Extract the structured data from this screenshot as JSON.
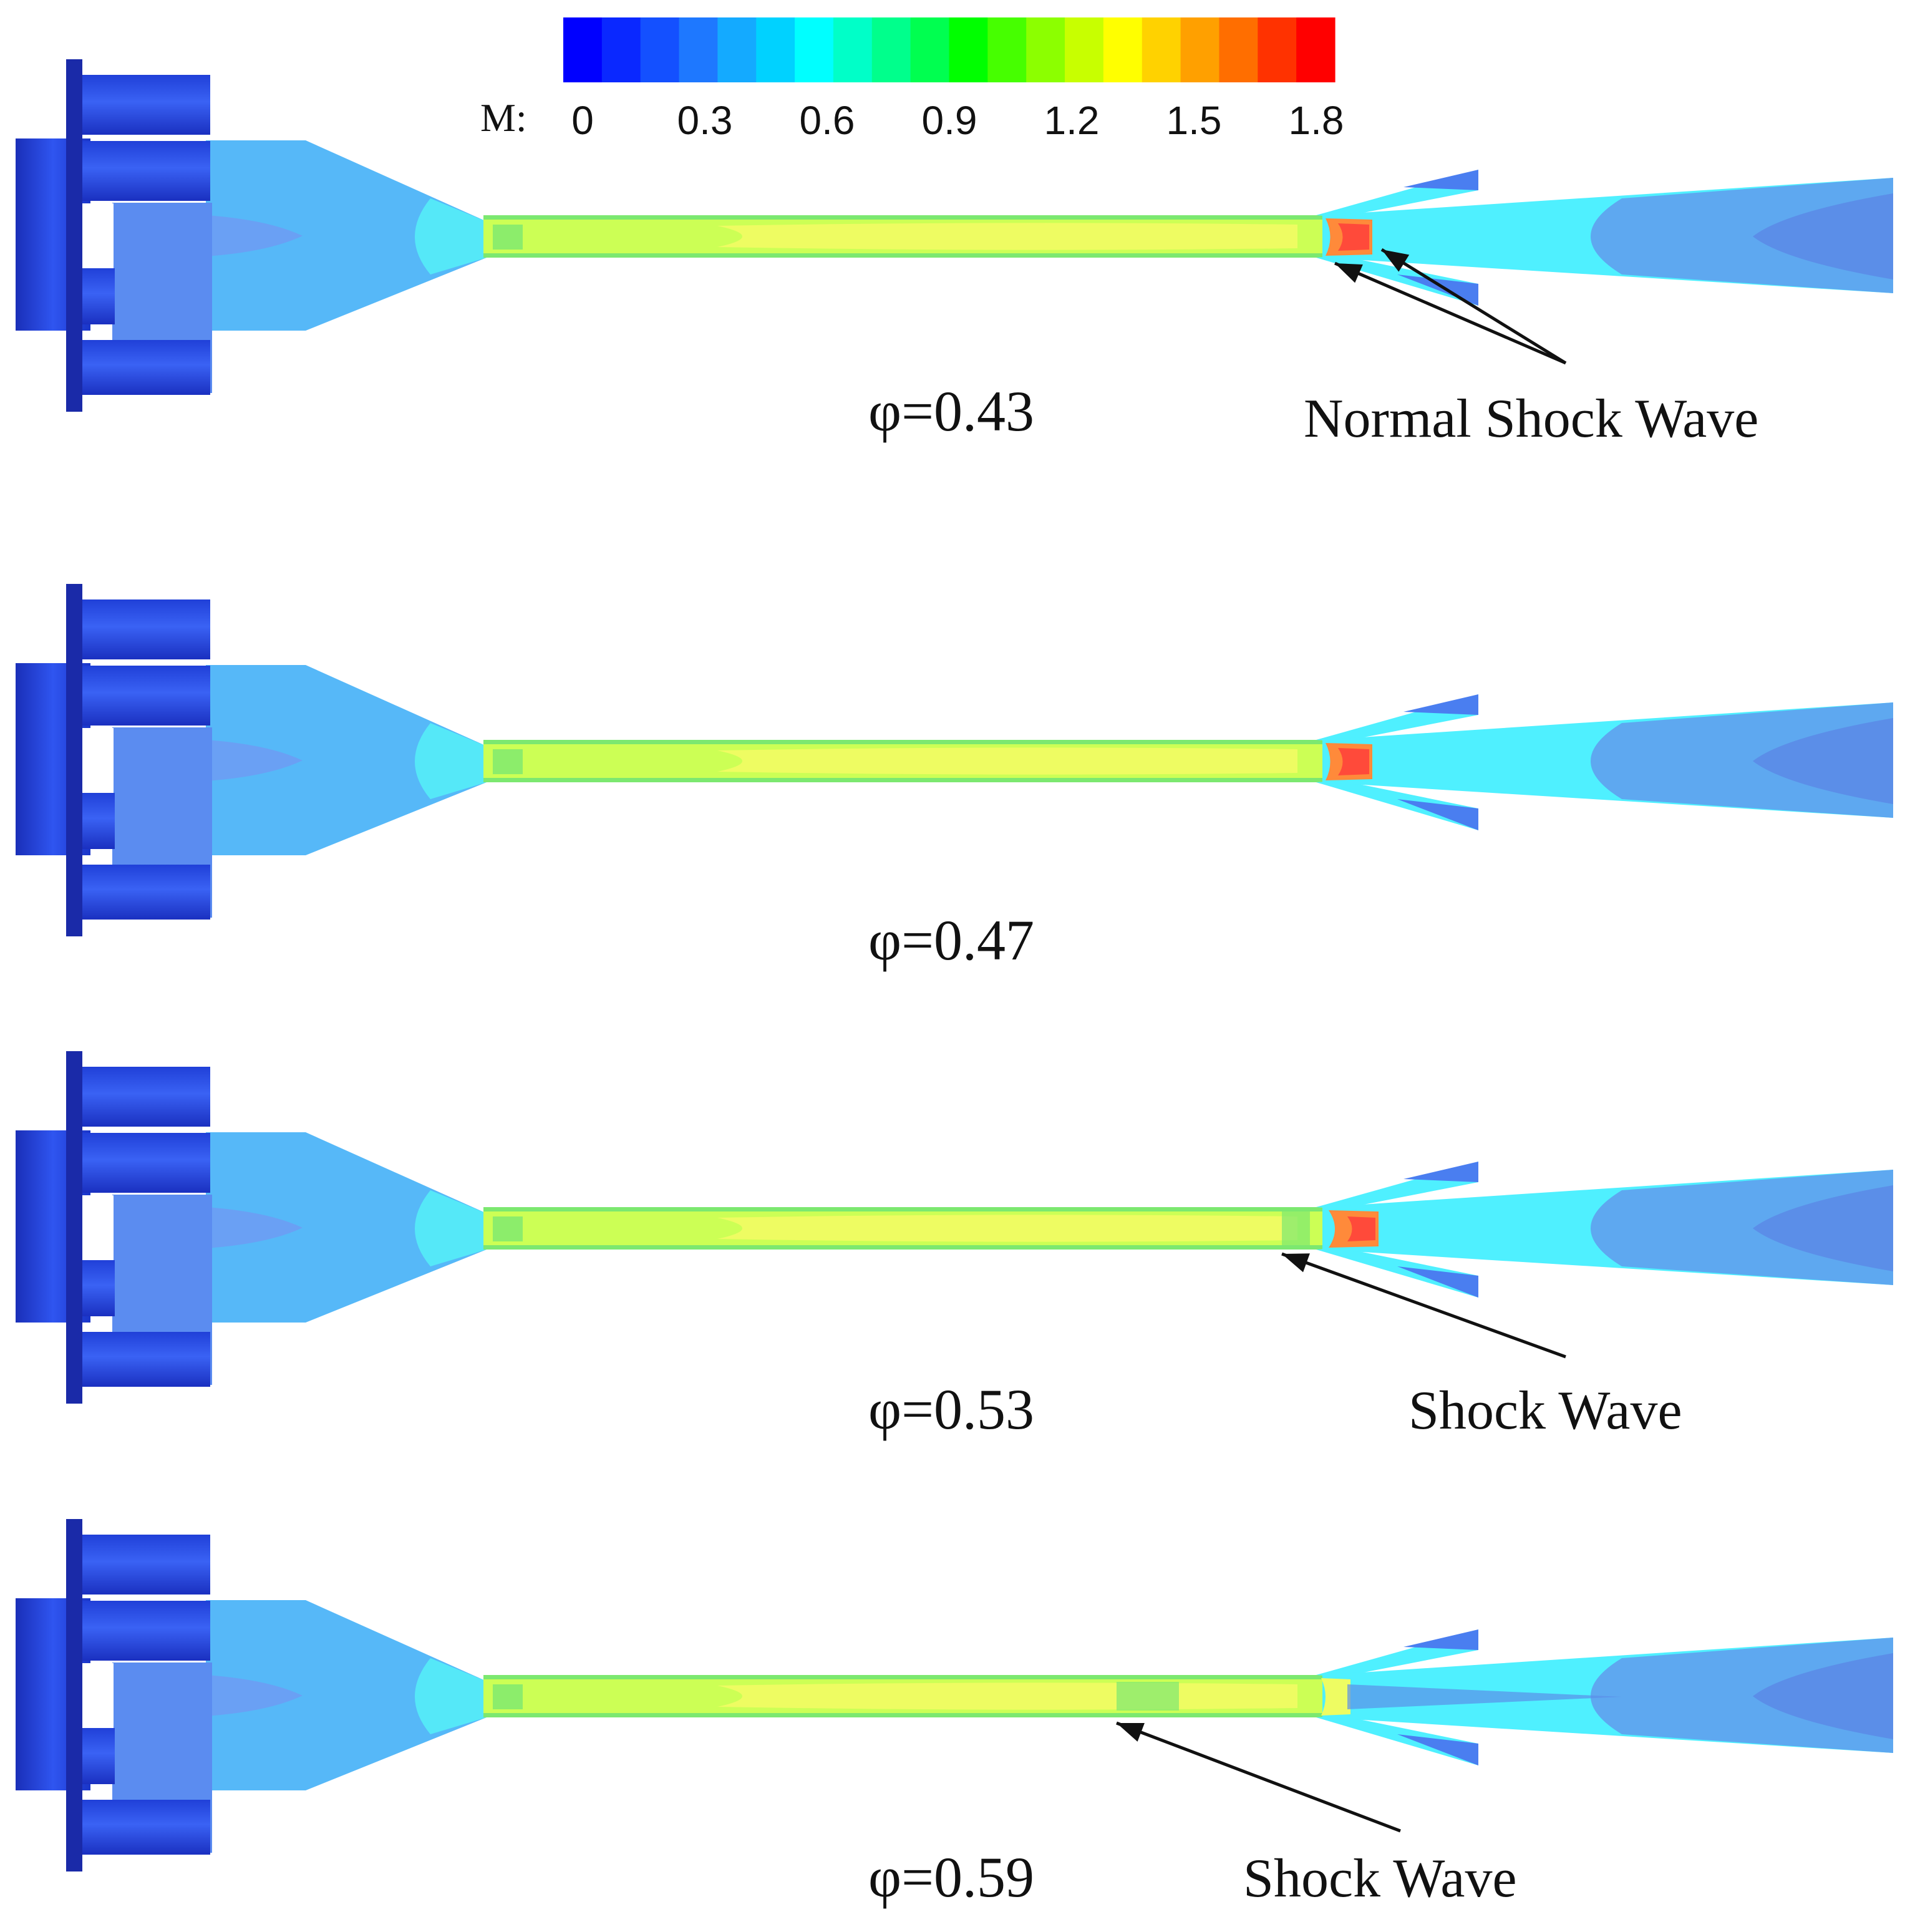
{
  "colorbar": {
    "label": "M:",
    "ticks": [
      "0",
      "0.3",
      "0.6",
      "0.9",
      "1.2",
      "1.5",
      "1.8"
    ],
    "tick_values": [
      0,
      0.3,
      0.6,
      0.9,
      1.2,
      1.5,
      1.8
    ],
    "range": [
      0,
      1.8
    ],
    "colors": [
      "#0000ff",
      "#0a28ff",
      "#1450ff",
      "#1e78ff",
      "#14aaff",
      "#00d2ff",
      "#00ffff",
      "#00ffc8",
      "#00ff8c",
      "#00ff50",
      "#00ff00",
      "#46ff00",
      "#8cff00",
      "#c8ff00",
      "#ffff00",
      "#ffd200",
      "#ffa000",
      "#ff6e00",
      "#ff3200",
      "#ff0000"
    ]
  },
  "panels": [
    {
      "label": "φ=0.43",
      "annotation": "Normal Shock Wave"
    },
    {
      "label": "φ=0.47",
      "annotation": ""
    },
    {
      "label": "φ=0.53",
      "annotation": "Shock Wave"
    },
    {
      "label": "φ=0.59",
      "annotation": "Shock Wave"
    }
  ],
  "fill_colors": {
    "solid_dark": "#1f3fd8",
    "solid_mid": "#2f52ee",
    "solid_light": "#5b8cf0",
    "inlet_flow": "#56b8f8",
    "converging_core": "#6aa0f4",
    "nozzle_throat": "#55e8f8",
    "mixing_tube": "#ccff55",
    "mixing_core": "#eefc62",
    "mixing_wall": "#7ce870",
    "shock_red": "#ff4a3a",
    "shock_orange": "#ff8a3a",
    "diffuser_cyan": "#4ff0ff",
    "diffuser_blue": "#5ea8f0",
    "diffuser_core": "#5b8ee8",
    "side_branch": "#4a7ef0"
  }
}
